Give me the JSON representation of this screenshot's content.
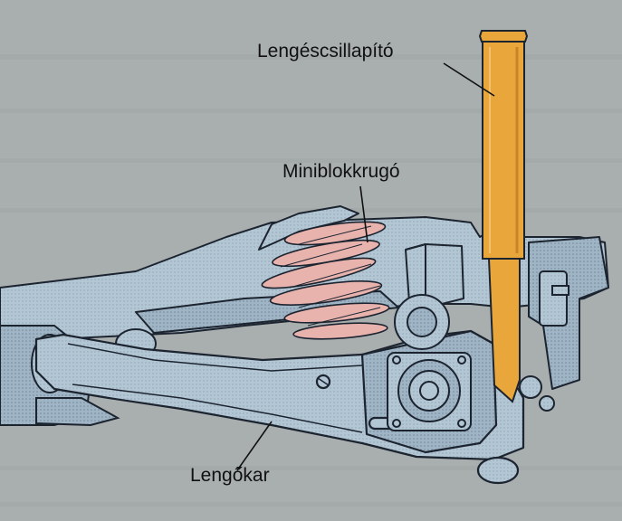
{
  "labels": {
    "shock_absorber": "Lengéscsillapító",
    "mini_block_spring": "Miniblokkrugó",
    "trailing_arm": "Lengőkar"
  },
  "colors": {
    "page_background": "#a9aeaf",
    "body_metal": "#b3c6d4",
    "outline": "#1c2430",
    "shock_absorber": "#e9a63a",
    "spring": "#e8b2ad"
  }
}
